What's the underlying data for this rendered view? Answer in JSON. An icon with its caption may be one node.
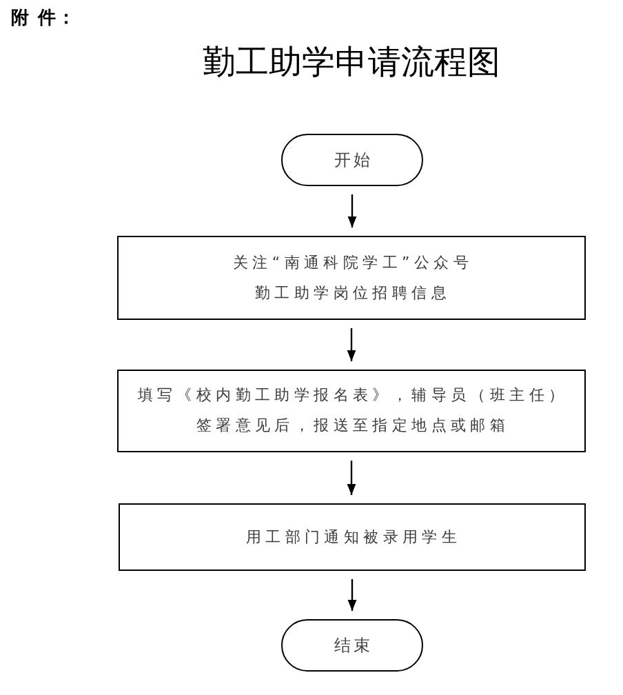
{
  "diagram": {
    "title": "勤工助学申请流程图",
    "nodes": [
      {
        "text": [
          "开始"
        ]
      },
      {
        "text": [
          "关注“南通科院学工”公众号勤工助学岗位招聘信息"
        ]
      },
      {
        "text": [
          "填写《校内勤工助学报名表》，辅导员（班主任）签署意见后，报送至指定地点或邮箱"
        ]
      },
      {
        "text": [
          "用工部门通知被录用学生"
        ]
      },
      {
        "text": [
          "结束"
        ]
      }
    ],
    "edges": [
      {
        "from": 0,
        "to": 1,
        "arrow": "to"
      },
      {
        "from": 1,
        "to": 2,
        "arrow": "to"
      },
      {
        "from": 2,
        "to": 3,
        "arrow": "to"
      },
      {
        "from": 3,
        "to": 4,
        "arrow": "to"
      }
    ],
    "labels": [
      "附 件："
    ]
  }
}
